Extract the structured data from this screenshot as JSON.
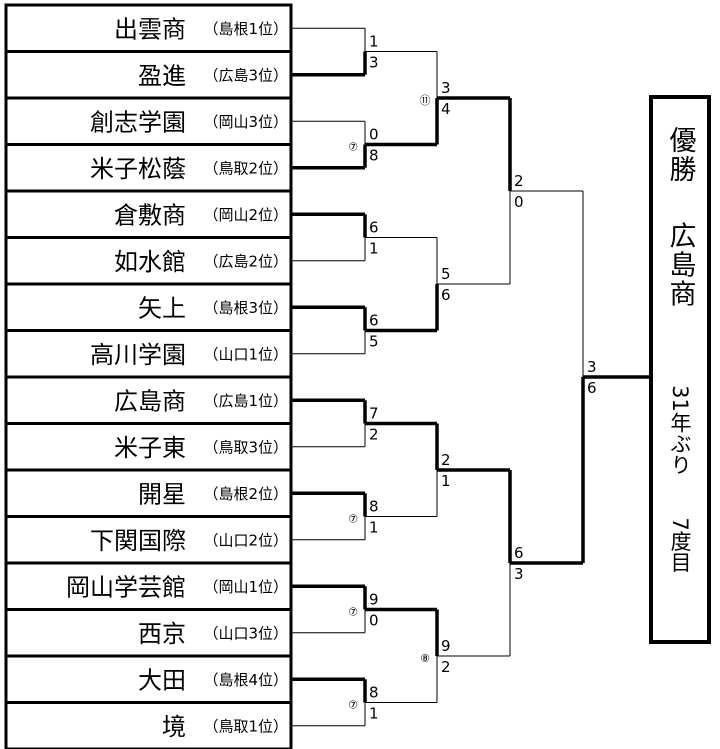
{
  "teams": [
    {
      "name": "出雲商",
      "pref": "（島根1位）"
    },
    {
      "name": "盈進",
      "pref": "（広島3位）"
    },
    {
      "name": "創志学園",
      "pref": "（岡山3位）"
    },
    {
      "name": "米子松蔭",
      "pref": "（鳥取2位）"
    },
    {
      "name": "倉敷商",
      "pref": "（岡山2位）"
    },
    {
      "name": "如水館",
      "pref": "（広島2位）"
    },
    {
      "name": "矢上",
      "pref": "（島根3位）"
    },
    {
      "name": "高川学園",
      "pref": "（山口1位）"
    },
    {
      "name": "広島商",
      "pref": "（広島1位）"
    },
    {
      "name": "米子東",
      "pref": "（鳥取3位）"
    },
    {
      "name": "開星",
      "pref": "（島根2位）"
    },
    {
      "name": "下関国際",
      "pref": "（山口2位）"
    },
    {
      "name": "岡山学芸館",
      "pref": "（岡山1位）"
    },
    {
      "name": "西京",
      "pref": "（山口3位）"
    },
    {
      "name": "大田",
      "pref": "（島根4位）"
    },
    {
      "name": "境",
      "pref": "（鳥取1位）"
    }
  ],
  "rounds": [
    [
      {
        "scores": [
          "1",
          "3"
        ],
        "winner": 1,
        "innings": ""
      },
      {
        "scores": [
          "0",
          "8"
        ],
        "winner": 1,
        "innings": "⑦"
      },
      {
        "scores": [
          "6",
          "1"
        ],
        "winner": 0,
        "innings": ""
      },
      {
        "scores": [
          "6",
          "5"
        ],
        "winner": 0,
        "innings": ""
      },
      {
        "scores": [
          "7",
          "2"
        ],
        "winner": 0,
        "innings": ""
      },
      {
        "scores": [
          "8",
          "1"
        ],
        "winner": 0,
        "innings": "⑦"
      },
      {
        "scores": [
          "9",
          "0"
        ],
        "winner": 0,
        "innings": "⑦"
      },
      {
        "scores": [
          "8",
          "1"
        ],
        "winner": 0,
        "innings": "⑦"
      }
    ],
    [
      {
        "scores": [
          "3",
          "4"
        ],
        "winner": 1,
        "innings": "⑪"
      },
      {
        "scores": [
          "5",
          "6"
        ],
        "winner": 1,
        "innings": ""
      },
      {
        "scores": [
          "2",
          "1"
        ],
        "winner": 0,
        "innings": ""
      },
      {
        "scores": [
          "9",
          "2"
        ],
        "winner": 0,
        "innings": "⑧"
      }
    ],
    [
      {
        "scores": [
          "2",
          "0"
        ],
        "winner": 0,
        "innings": ""
      },
      {
        "scores": [
          "6",
          "3"
        ],
        "winner": 0,
        "innings": ""
      }
    ],
    [
      {
        "scores": [
          "3",
          "6"
        ],
        "winner": 1,
        "innings": ""
      }
    ]
  ],
  "champion": {
    "label": "優勝",
    "team": "広島商",
    "note_top": "31年ぶり",
    "note_bottom": "7度目"
  },
  "colors": {
    "line": "#000000",
    "background": "#ffffff"
  }
}
